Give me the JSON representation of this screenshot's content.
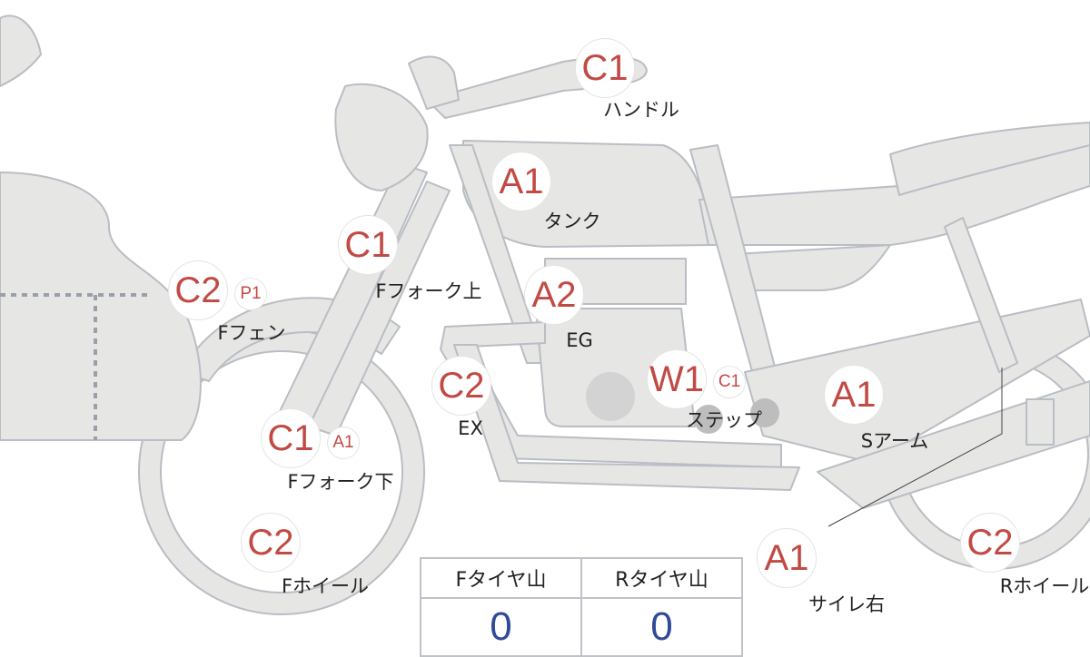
{
  "colors": {
    "part_fill": "#e6e6e4",
    "part_stroke": "#b9bdc4",
    "grade_text": "#c24a44",
    "value_text": "#2f4a9a"
  },
  "parts": [
    {
      "id": "handle",
      "grades": [
        "C1"
      ],
      "label": "ハンドル"
    },
    {
      "id": "tank",
      "grades": [
        "A1"
      ],
      "label": "タンク"
    },
    {
      "id": "ffork-upper",
      "grades": [
        "C1"
      ],
      "label": "Fフォーク上"
    },
    {
      "id": "ffender",
      "grades": [
        "C2",
        "P1"
      ],
      "label": "Fフェン"
    },
    {
      "id": "engine",
      "grades": [
        "A2"
      ],
      "label": "EG"
    },
    {
      "id": "exhaust",
      "grades": [
        "C2"
      ],
      "label": "EX"
    },
    {
      "id": "step",
      "grades": [
        "W1",
        "C1"
      ],
      "label": "ステップ"
    },
    {
      "id": "swingarm",
      "grades": [
        "A1"
      ],
      "label": "Sアーム"
    },
    {
      "id": "ffork-lower",
      "grades": [
        "C1",
        "A1"
      ],
      "label": "Fフォーク下"
    },
    {
      "id": "fwheel",
      "grades": [
        "C2"
      ],
      "label": "Fホイール"
    },
    {
      "id": "silencer-right",
      "grades": [
        "A1"
      ],
      "label": "サイレ右"
    },
    {
      "id": "rwheel",
      "grades": [
        "C2"
      ],
      "label": "Rホイール"
    }
  ],
  "tire_table": {
    "headers": [
      "Fタイヤ山",
      "Rタイヤ山"
    ],
    "values": [
      "0",
      "0"
    ]
  }
}
